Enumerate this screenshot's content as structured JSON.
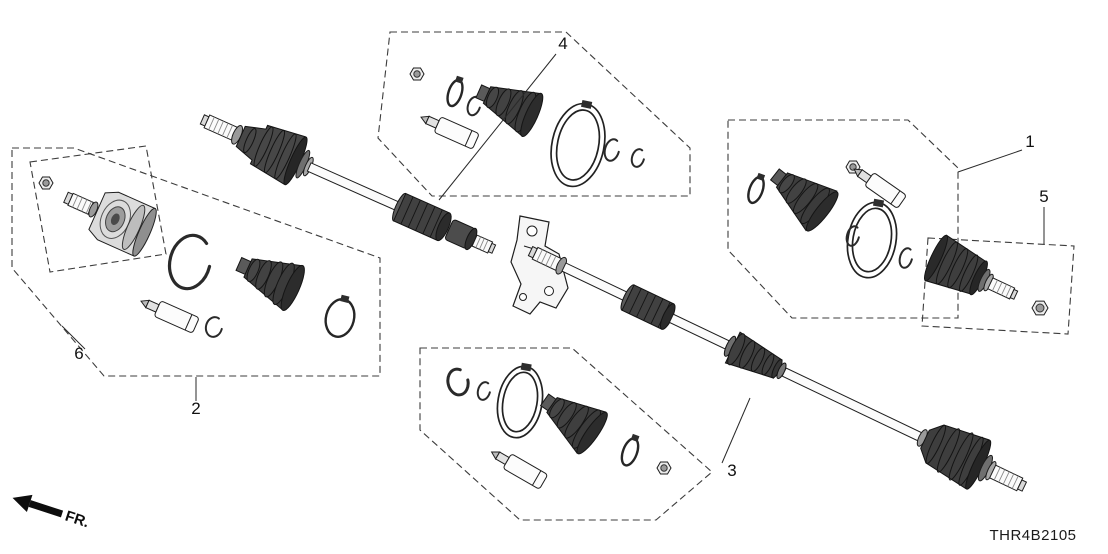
{
  "callouts": {
    "c1": "1",
    "c2": "2",
    "c3": "3",
    "c4": "4",
    "c5": "5",
    "c6": "6"
  },
  "footer": {
    "direction_label": "FR.",
    "diagram_code": "THR4B2105"
  },
  "colors": {
    "background": "#ffffff",
    "line": "#1e1e1e",
    "dark_part_fill": "#3d3d3d",
    "box_dash": "#3c3c3c"
  }
}
